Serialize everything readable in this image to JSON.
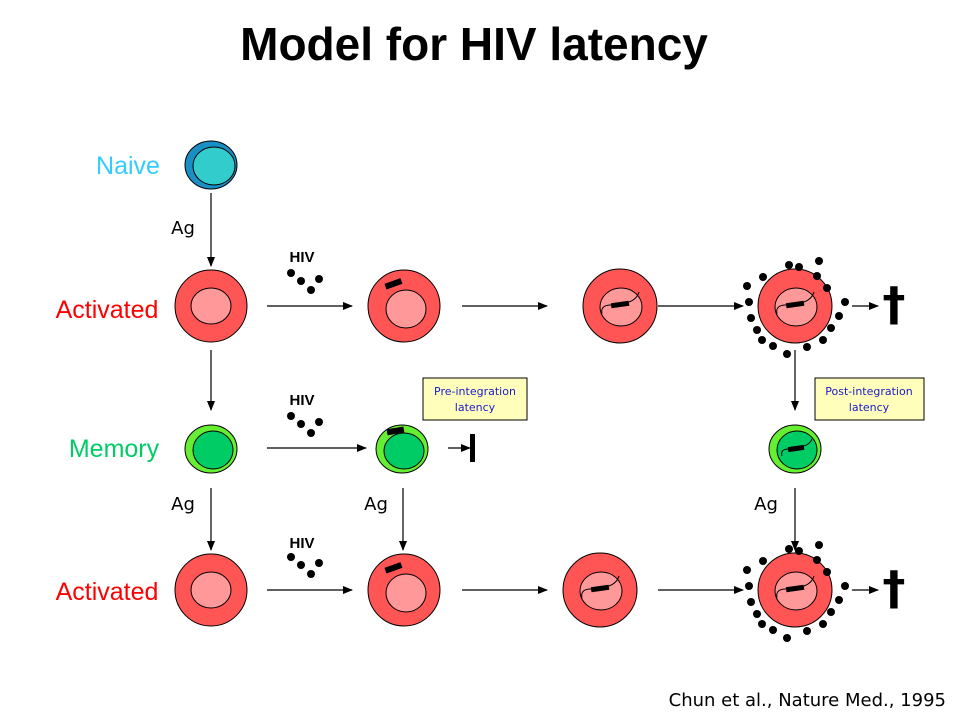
{
  "title": "Model for HIV latency",
  "row_labels": {
    "naive": "Naive",
    "activated_top": "Activated",
    "memory": "Memory",
    "activated_bottom": "Activated"
  },
  "ag_labels": {
    "naive_to_activated": "Ag",
    "memory_to_activated": "Ag",
    "latent_preintegration": "Ag",
    "latent_postintegration": "Ag"
  },
  "hiv_labels": {
    "top": "HIV",
    "middle": "HIV",
    "bottom": "HIV"
  },
  "notes": {
    "pre_integration": [
      "Pre-integration",
      "latency"
    ],
    "post_integration": [
      "Post-integration",
      "latency"
    ]
  },
  "death_symbol": "†",
  "citation": "Chun et al., Nature Med., 1995",
  "colors": {
    "naive_outer": "#1a8fc4",
    "naive_inner": "#33cccc",
    "naive_label": "#33ccff",
    "activated_outer": "#ff5555",
    "activated_inner": "#ff9999",
    "activated_label": "#ff0000",
    "memory_outer": "#66ee33",
    "memory_inner": "#00cc66",
    "memory_label": "#00cc66",
    "note_bg": "#ffffbb",
    "note_text": "#1a1acc"
  }
}
